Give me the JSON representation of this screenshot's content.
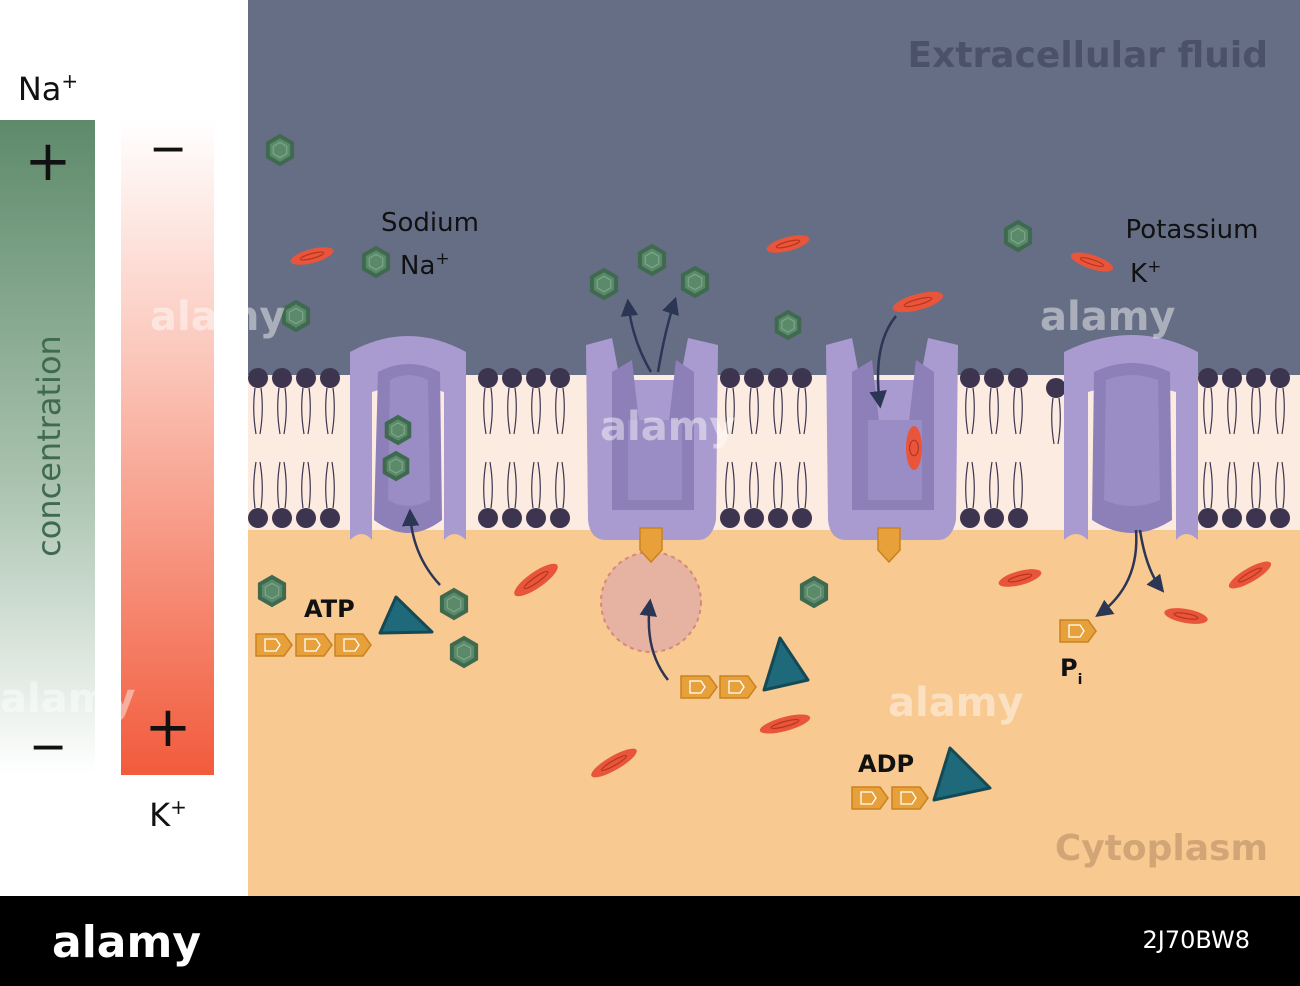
{
  "gradient": {
    "na_label": "Na",
    "na_sup": "+",
    "na_top_sign": "+",
    "na_bottom_sign": "−",
    "k_top_sign": "−",
    "k_bottom_sign": "+",
    "k_label": "K",
    "k_sup": "+",
    "axis_label": "concentration",
    "na_color": "#5e8a6b",
    "k_color": "#f25b3c"
  },
  "regions": {
    "extracellular": "Extracellular fluid",
    "cytoplasm": "Cytoplasm",
    "extracellular_color": "#666e86",
    "cytoplasm_color": "#f8c991",
    "membrane_color": "#fcebe0"
  },
  "labels": {
    "sodium": "Sodium",
    "sodium_ion": "Na",
    "potassium": "Potassium",
    "potassium_ion": "K",
    "ion_sup": "+",
    "atp": "ATP",
    "adp": "ADP",
    "pi_main": "P",
    "pi_sub": "i"
  },
  "footer": {
    "brand": "alamy",
    "image_id": "2J70BW8",
    "watermark": "alamy"
  },
  "colors": {
    "pump": "#a99bcf",
    "pump_inner": "#8d7fb8",
    "sodium_ion": "#5a8a6a",
    "potassium_ion": "#e8553a",
    "phosphate": "#e8a13a",
    "adenosine": "#1e6a7a",
    "arrow": "#2b3554",
    "lipid_head": "#3d3550"
  }
}
